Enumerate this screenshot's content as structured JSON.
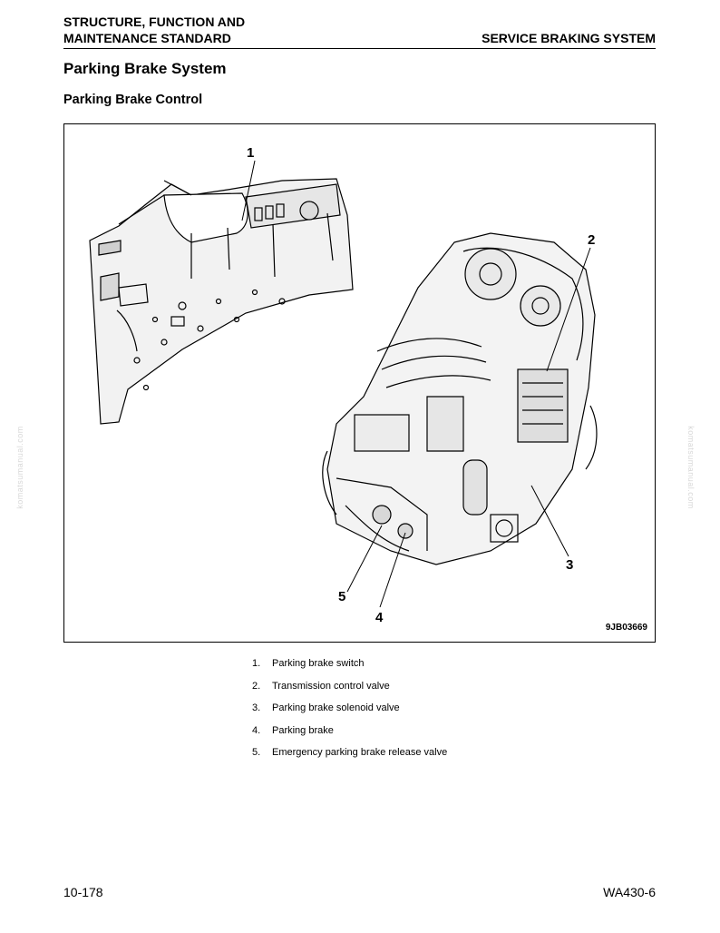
{
  "header": {
    "left_line1": "STRUCTURE, FUNCTION AND",
    "left_line2": "MAINTENANCE STANDARD",
    "right": "SERVICE BRAKING SYSTEM"
  },
  "section_title": "Parking Brake System",
  "subsection_title": "Parking Brake Control",
  "figure": {
    "code": "9JB03669",
    "callouts": [
      "1",
      "2",
      "3",
      "4",
      "5"
    ]
  },
  "legend": [
    {
      "num": "1.",
      "text": "Parking brake switch"
    },
    {
      "num": "2.",
      "text": "Transmission control valve"
    },
    {
      "num": "3.",
      "text": "Parking brake solenoid valve"
    },
    {
      "num": "4.",
      "text": "Parking brake"
    },
    {
      "num": "5.",
      "text": "Emergency parking brake release valve"
    }
  ],
  "watermark": "komatsumanual.com",
  "footer": {
    "page": "10-178",
    "model": "WA430-6"
  }
}
